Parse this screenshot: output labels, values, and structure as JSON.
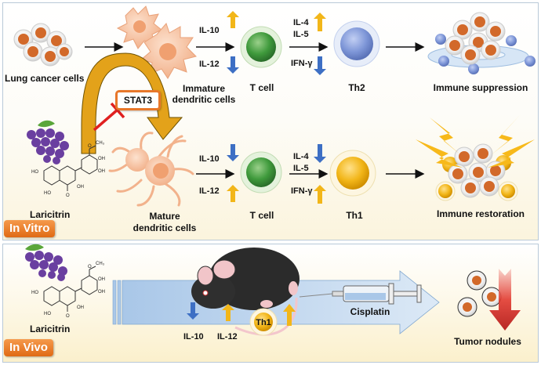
{
  "panels": {
    "in_vitro": {
      "badge": "In Vitro",
      "top_row": {
        "source_label": "Lung cancer cells",
        "dc_label_line1": "Immature",
        "dc_label_line2": "dendritic cells",
        "cytokines_dc": [
          {
            "name": "IL-10",
            "direction": "up",
            "color": "#f2b619"
          },
          {
            "name": "IL-12",
            "direction": "down",
            "color": "#3d6fc4"
          }
        ],
        "tcell_label": "T cell",
        "cytokines_tcell": [
          {
            "name": "IL-4",
            "direction": "up",
            "color": "#f2b619"
          },
          {
            "name": "IL-5",
            "direction": "up",
            "color": "#f2b619"
          },
          {
            "name": "IFN-γ",
            "direction": "down",
            "color": "#3d6fc4"
          }
        ],
        "th_label": "Th2",
        "outcome_label": "Immune suppression"
      },
      "inhibition": {
        "target": "STAT3"
      },
      "bottom_row": {
        "compound_label": "Laricitrin",
        "dc_label_line1": "Mature",
        "dc_label_line2": "dendritic cells",
        "cytokines_dc": [
          {
            "name": "IL-10",
            "direction": "down",
            "color": "#3d6fc4"
          },
          {
            "name": "IL-12",
            "direction": "up",
            "color": "#f2b619"
          }
        ],
        "tcell_label": "T cell",
        "cytokines_tcell": [
          {
            "name": "IL-4",
            "direction": "down",
            "color": "#3d6fc4"
          },
          {
            "name": "IL-5",
            "direction": "down",
            "color": "#3d6fc4"
          },
          {
            "name": "IFN-γ",
            "direction": "up",
            "color": "#f2b619"
          }
        ],
        "th_label": "Th1",
        "outcome_label": "Immune restoration"
      }
    },
    "in_vivo": {
      "badge": "In Vivo",
      "compound_label": "Laricitrin",
      "cytokines": [
        {
          "name": "IL-10",
          "direction": "down",
          "color": "#3d6fc4"
        },
        {
          "name": "IL-12",
          "direction": "up",
          "color": "#f2b619"
        }
      ],
      "th_label": "Th1",
      "th_direction": "up",
      "drug_label": "Cisplatin",
      "outcome_label": "Tumor nodules",
      "outcome_direction": "down"
    }
  },
  "chem": {
    "methoxy": "CH₃",
    "hydroxyl": "OH",
    "hydroxyl_left": "HO",
    "carbonyl": "O"
  },
  "colors": {
    "badge": "#e8772a",
    "up_arrow": "#f2b619",
    "down_arrow": "#3d6fc4",
    "inhibit": "#e02020",
    "tcell": "#5aa64a",
    "th2": "#7f97d8",
    "th1": "#f2b619",
    "tumor": "#d2692a"
  }
}
